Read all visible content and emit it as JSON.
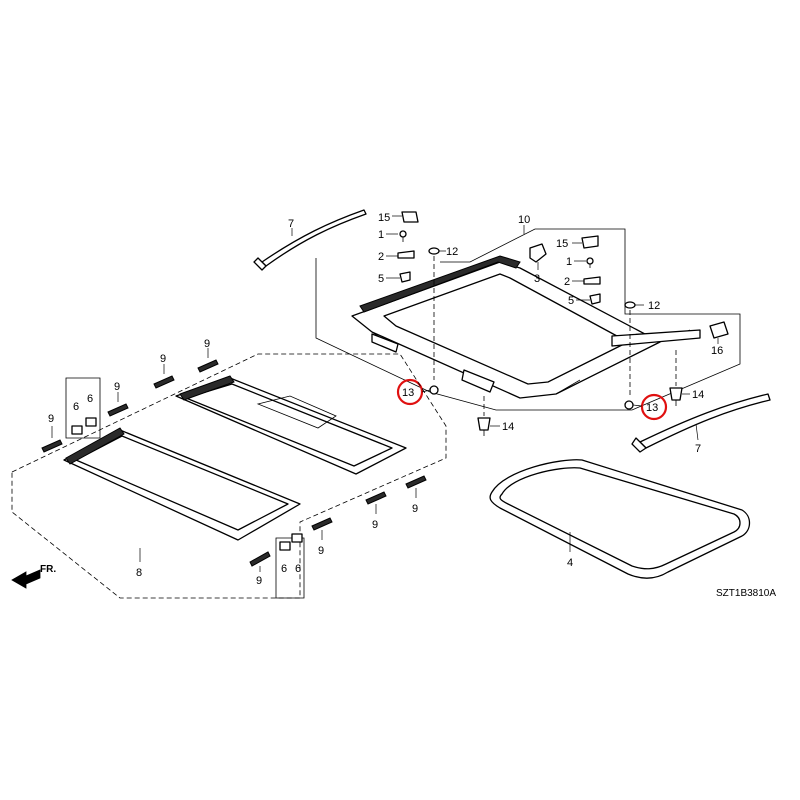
{
  "labels": {
    "p1a": "1",
    "p1b": "1",
    "p2a": "2",
    "p2b": "2",
    "p3": "3",
    "p4": "4",
    "p5a": "5",
    "p5b": "5",
    "p6a": "6",
    "p6b": "6",
    "p6c": "6",
    "p6d": "6",
    "p7a": "7",
    "p7b": "7",
    "p8": "8",
    "p9a": "9",
    "p9b": "9",
    "p9c": "9",
    "p9d": "9",
    "p9e": "9",
    "p9f": "9",
    "p9g": "9",
    "p9h": "9",
    "p10": "10",
    "p12a": "12",
    "p12b": "12",
    "p13a": "13",
    "p13b": "13",
    "p14a": "14",
    "p14b": "14",
    "p15a": "15",
    "p15b": "15",
    "p16": "16"
  },
  "front_marker": "FR.",
  "diagram_code": "SZT1B3810A",
  "highlight_color": "#e01010"
}
